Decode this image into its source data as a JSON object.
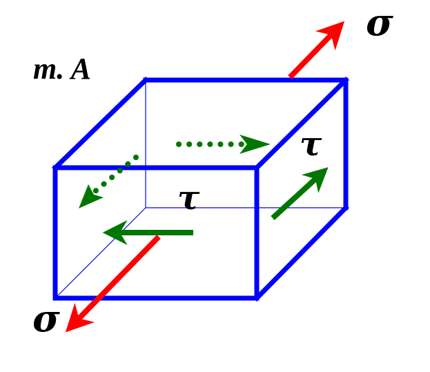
{
  "point_label": "m. A",
  "labels": {
    "sigma_top": "σ",
    "sigma_bottom": "σ",
    "tau_right": "τ",
    "tau_front": "τ"
  },
  "colors": {
    "box": "#0000ff",
    "normal_stress": "#ff0000",
    "shear_stress": "#007700",
    "text": "#000000",
    "background": "#ffffff"
  }
}
